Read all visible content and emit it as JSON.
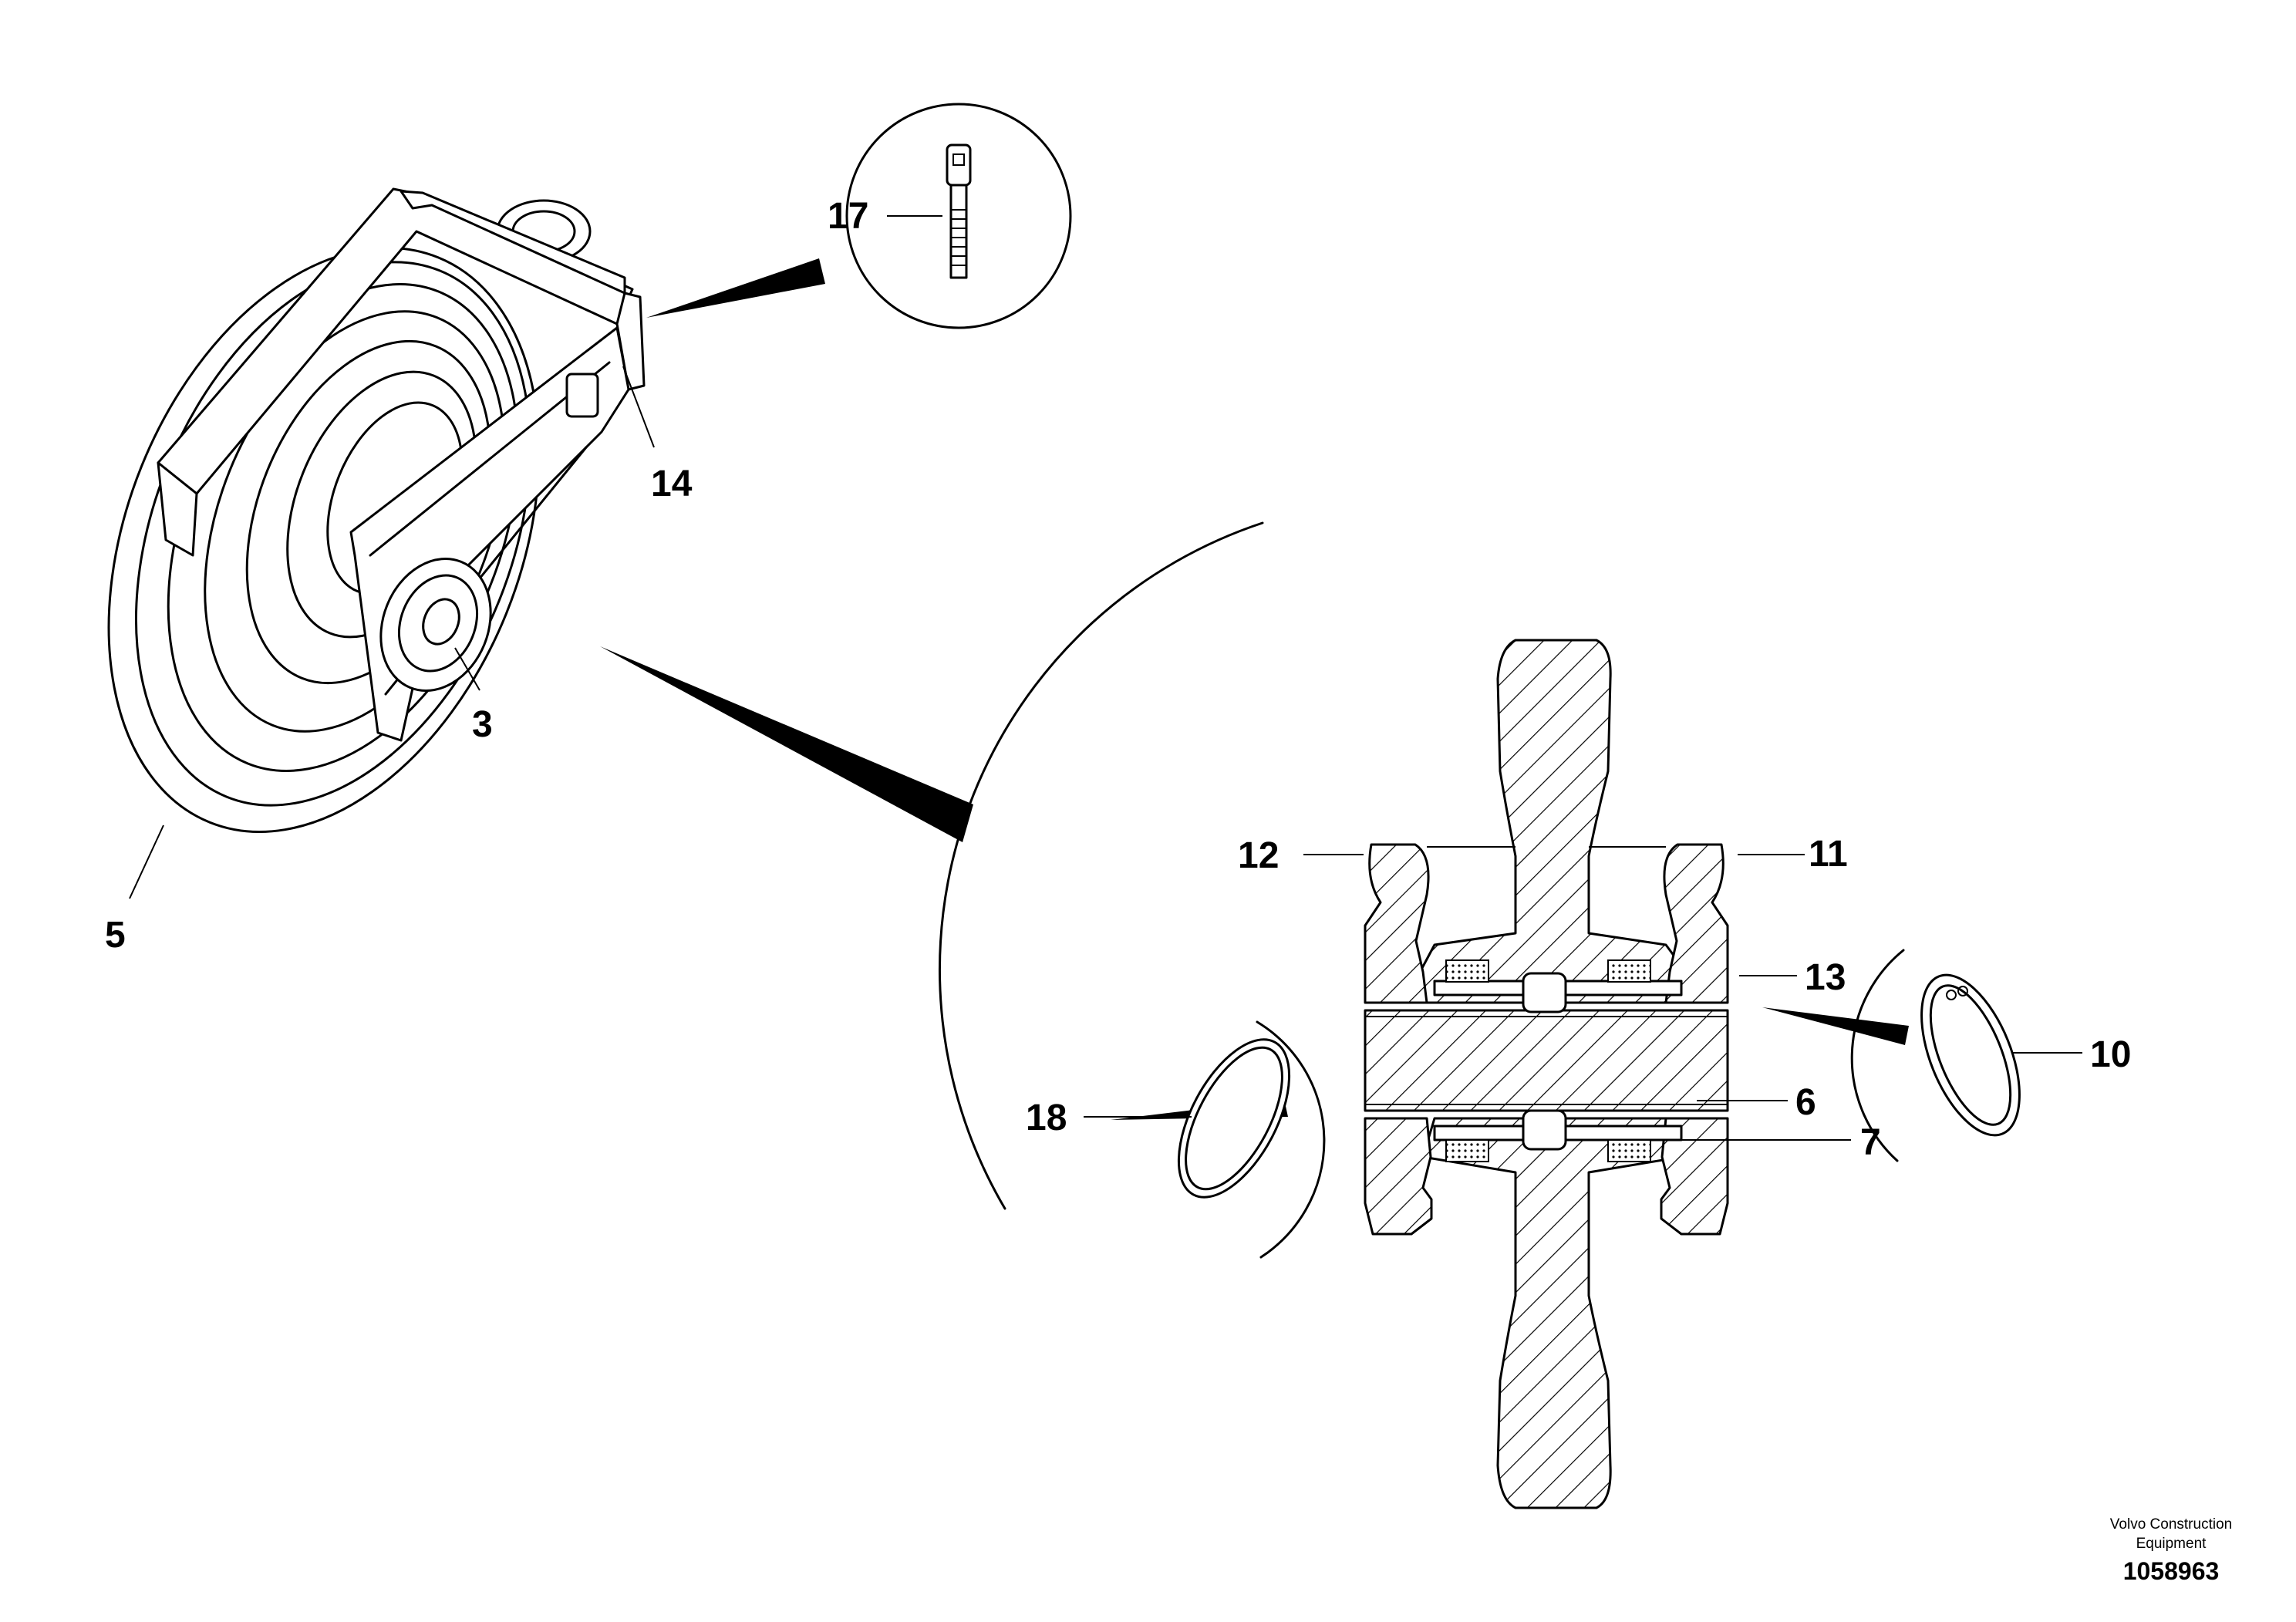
{
  "callouts": {
    "c17": "17",
    "c14": "14",
    "c3": "3",
    "c5": "5",
    "c12": "12",
    "c11": "11",
    "c13": "13",
    "c10": "10",
    "c18": "18",
    "c6": "6",
    "c7": "7"
  },
  "footer": {
    "brand_line1": "Volvo Construction",
    "brand_line2": "Equipment",
    "drawing_number": "1058963"
  }
}
